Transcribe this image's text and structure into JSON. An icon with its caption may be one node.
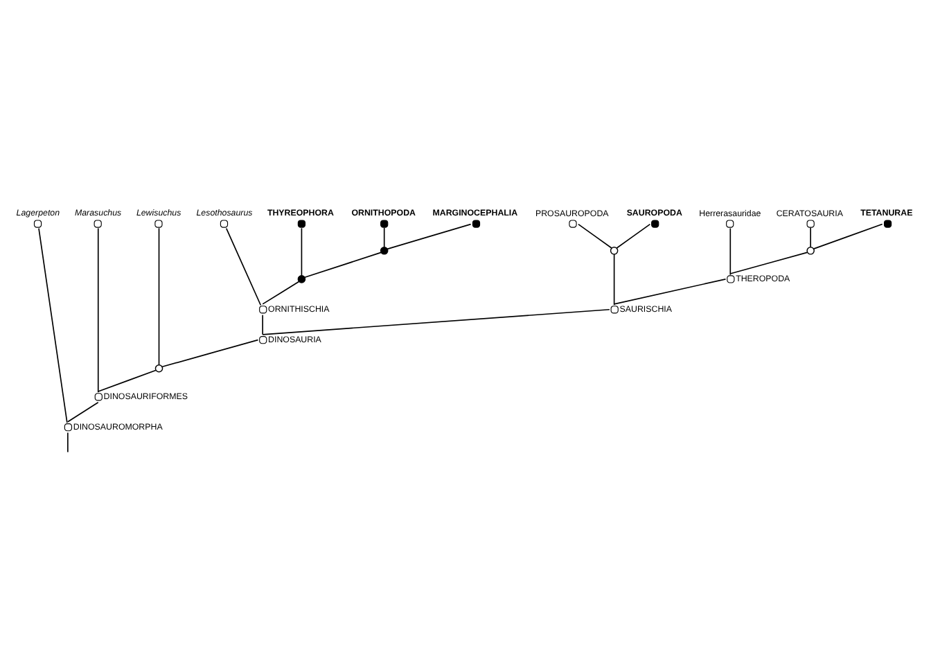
{
  "diagram": {
    "nodes": [
      {
        "text": [
          "Lagerpeton"
        ]
      },
      {
        "text": [
          "Marasuchus"
        ]
      },
      {
        "text": [
          "Lewisuchus"
        ]
      },
      {
        "text": [
          "ORNITHOPODA"
        ]
      },
      {
        "text": [
          "MARGINOCEPHALIA"
        ]
      },
      {
        "text": [
          "THYREOPHORA"
        ]
      },
      {
        "text": [
          "Lesothosaurus"
        ]
      },
      {
        "text": [
          "PROSAUROPODA"
        ]
      },
      {
        "text": [
          "SAUROPODA"
        ]
      },
      {
        "text": [
          "Herrerasauridae"
        ]
      },
      {
        "text": [
          "CERATOSAURIA"
        ]
      },
      {
        "text": [
          "TETANURAE"
        ]
      },
      {
        "text": [],
        "shape": "circle"
      },
      {
        "text": [],
        "shape": "circle"
      },
      {
        "text": [],
        "shape": "circle"
      },
      {
        "text": [],
        "shape": "circle"
      },
      {
        "text": [
          "ORNITHISCHIA"
        ]
      },
      {
        "text": [
          "THEROPODA"
        ]
      },
      {
        "text": [
          "SAURISCHIA"
        ]
      },
      {
        "text": [
          "DINOSAURIA"
        ]
      },
      {
        "text": [],
        "shape": "circle"
      },
      {
        "text": [
          "DINOSAURIFORMES"
        ]
      },
      {
        "text": [
          "DINOSAUROMORPHA"
        ]
      }
    ],
    "edges": [
      {
        "from": null,
        "to": 22,
        "arrow": "none"
      },
      {
        "from": 22,
        "to": 0,
        "arrow": "none"
      },
      {
        "from": 22,
        "to": 21,
        "arrow": "none"
      },
      {
        "from": 21,
        "to": 1,
        "arrow": "none"
      },
      {
        "from": 21,
        "to": 20,
        "arrow": "none"
      },
      {
        "from": 20,
        "to": 2,
        "arrow": "none"
      },
      {
        "from": 20,
        "to": 19,
        "arrow": "none"
      },
      {
        "from": 19,
        "to": 16,
        "arrow": "none"
      },
      {
        "from": 19,
        "to": 18,
        "arrow": "none"
      },
      {
        "from": 16,
        "to": 15,
        "arrow": "none"
      },
      {
        "from": 16,
        "to": 6,
        "arrow": "none"
      },
      {
        "from": 15,
        "to": 12,
        "arrow": "none"
      },
      {
        "from": 15,
        "to": 5,
        "arrow": "none"
      },
      {
        "from": 12,
        "to": 3,
        "arrow": "none"
      },
      {
        "from": 12,
        "to": 4,
        "arrow": "none"
      },
      {
        "from": 18,
        "to": 13,
        "arrow": "none"
      },
      {
        "from": 18,
        "to": 17,
        "arrow": "none"
      },
      {
        "from": 13,
        "to": 7,
        "arrow": "none"
      },
      {
        "from": 13,
        "to": 8,
        "arrow": "none"
      },
      {
        "from": 17,
        "to": 9,
        "arrow": "none"
      },
      {
        "from": 17,
        "to": 14,
        "arrow": "none"
      },
      {
        "from": 14,
        "to": 10,
        "arrow": "none"
      },
      {
        "from": 14,
        "to": 11,
        "arrow": "none"
      }
    ]
  }
}
